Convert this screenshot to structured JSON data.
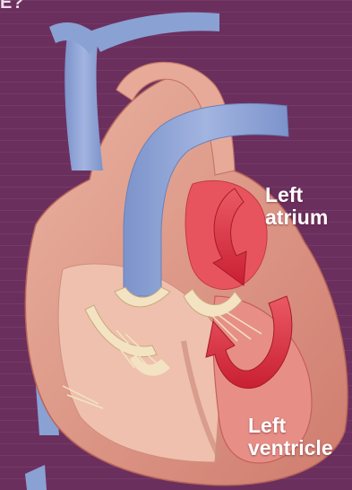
{
  "header": {
    "cropped_text": "E?"
  },
  "labels": {
    "left_atrium": {
      "line1": "Left",
      "line2": "atrium"
    },
    "left_ventricle": {
      "line1": "Left",
      "line2": "ventricle"
    }
  },
  "colors": {
    "background": "#6b2f5e",
    "heart_outer": "#e3a693",
    "heart_inner": "#f1c3b2",
    "vessel_blue": "#8aa1d3",
    "blood_red": "#d2243a",
    "chamber_red": "#e8545d",
    "valve_cream": "#f3e3c2"
  },
  "icons": [
    "heart-diagram",
    "blood-flow-arrow-icon"
  ]
}
